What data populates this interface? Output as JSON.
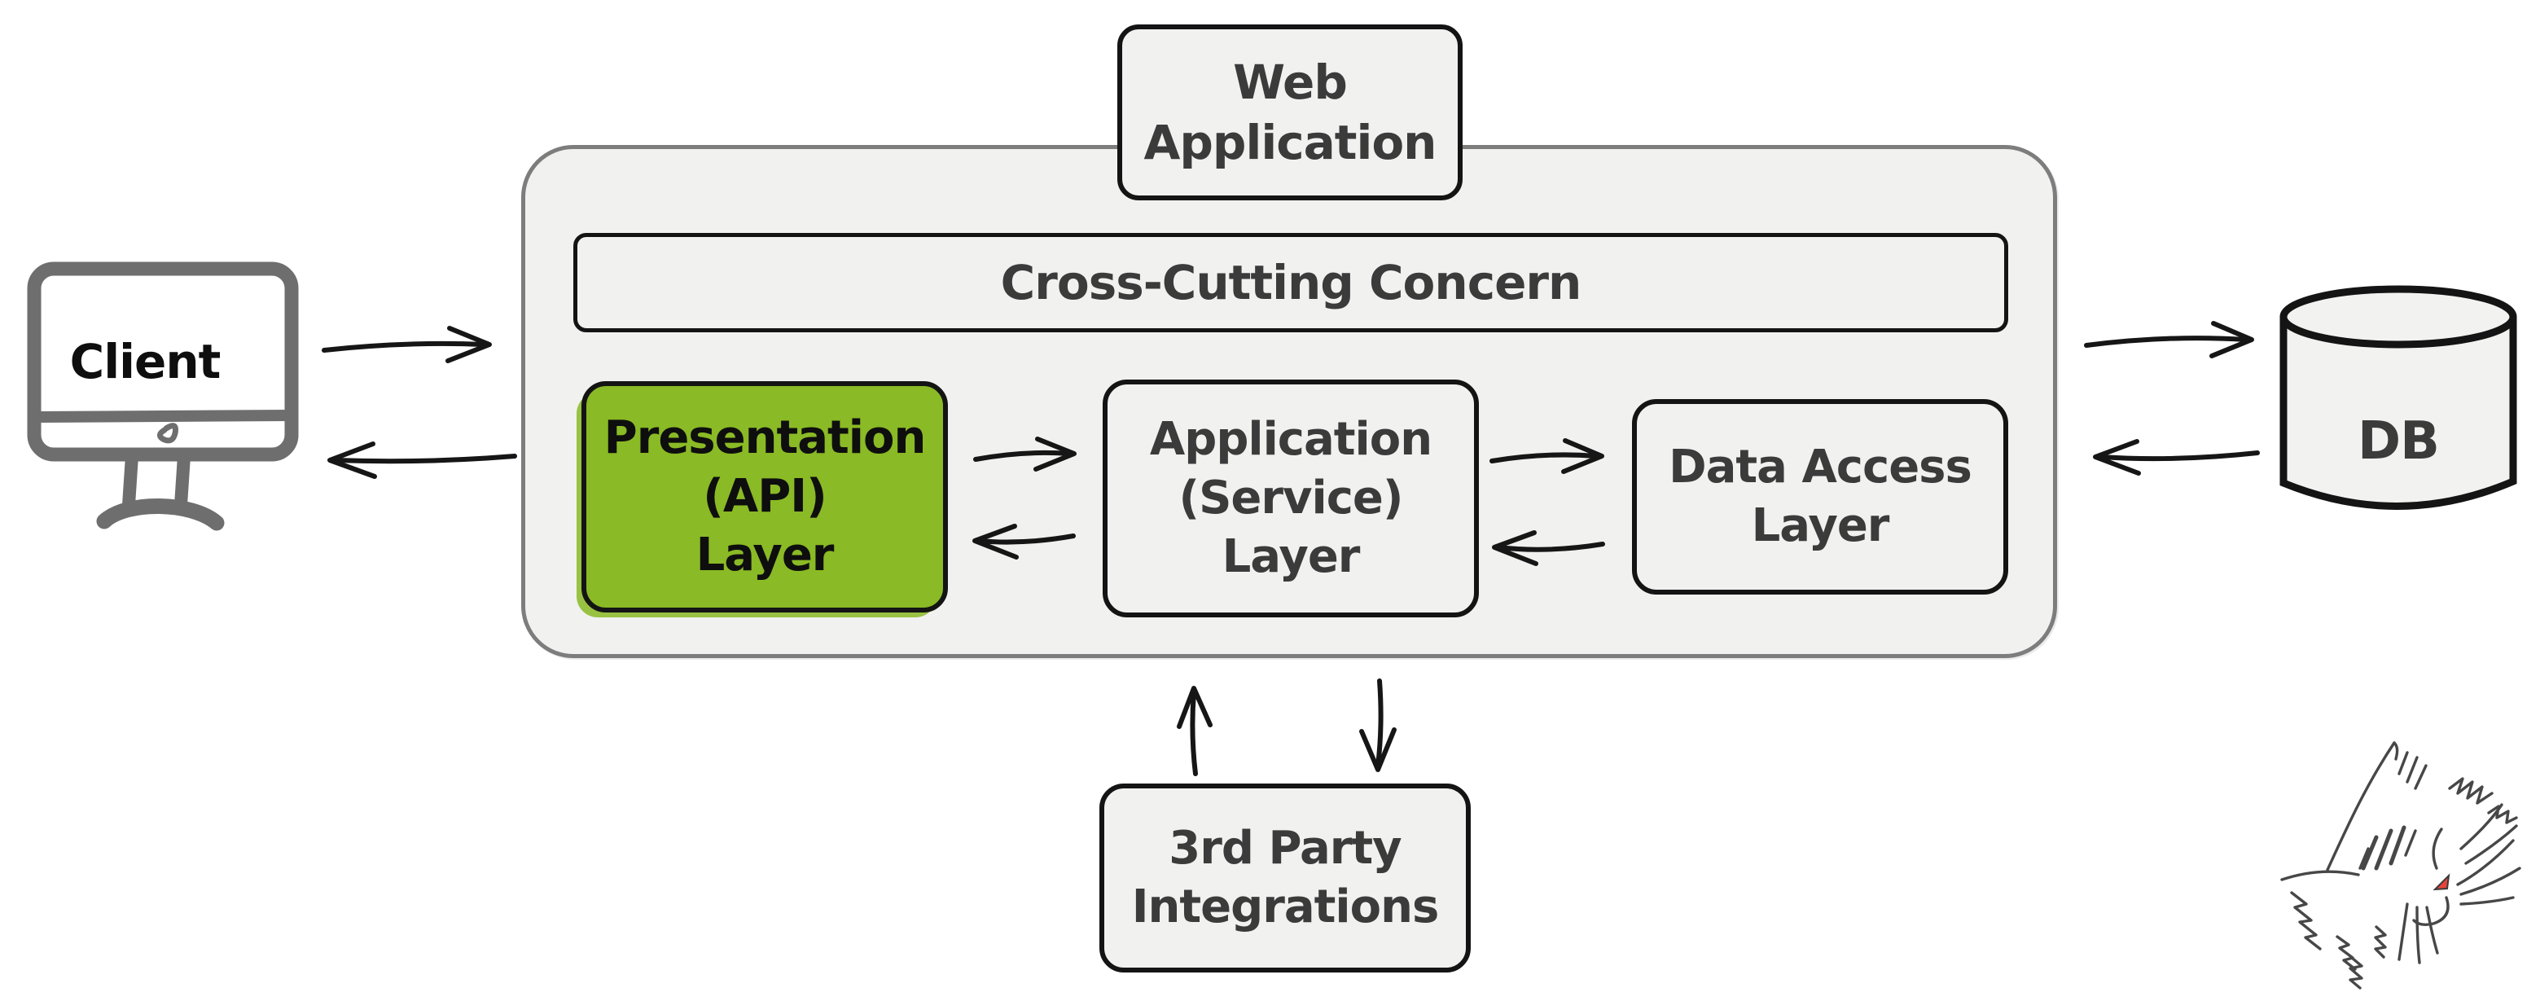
{
  "title": "Layered web application architecture diagram",
  "colors": {
    "canvas_bg": "#ffffff",
    "box_fill": "#f1f1f0",
    "box_border": "#141414",
    "container_border": "#7d7d7d",
    "ink": "#161616",
    "text_dark": "#3b3b3b",
    "text_black": "#0e0e0e",
    "highlight_green": "#8aba25",
    "monitor_gray": "#6e6e6e",
    "nose_red": "#e8423b"
  },
  "nodes": {
    "client": {
      "label": "Client"
    },
    "web_application": {
      "lines": [
        "Web",
        "Application"
      ]
    },
    "cross_cutting": {
      "label": "Cross-Cutting Concern"
    },
    "presentation": {
      "lines": [
        "Presentation",
        "(API)",
        "Layer"
      ]
    },
    "application": {
      "lines": [
        "Application",
        "(Service)",
        "Layer"
      ]
    },
    "data_access": {
      "lines": [
        "Data Access",
        "Layer"
      ]
    },
    "db": {
      "label": "DB"
    },
    "third_party": {
      "lines": [
        "3rd Party",
        "Integrations"
      ]
    }
  },
  "edges": [
    {
      "from": "client",
      "to": "web_application",
      "bidirectional": true
    },
    {
      "from": "presentation",
      "to": "application",
      "bidirectional": true
    },
    {
      "from": "application",
      "to": "data_access",
      "bidirectional": true
    },
    {
      "from": "web_application",
      "to": "db",
      "bidirectional": true
    },
    {
      "from": "application",
      "to": "third_party",
      "bidirectional": true
    }
  ]
}
